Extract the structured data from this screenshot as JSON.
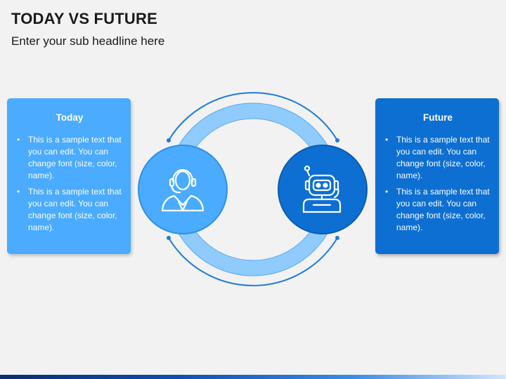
{
  "title": "TODAY VS FUTURE",
  "subtitle": "Enter your sub headline here",
  "today": {
    "heading": "Today",
    "bullets": [
      "This is a sample text that you can edit. You can change font (size, color, name).",
      "This is a sample text that you can edit. You can change font (size, color, name)."
    ],
    "icon": "customer-support-agent-icon"
  },
  "future": {
    "heading": "Future",
    "bullets": [
      "This is a sample text that you can edit. You can change font (size, color, name).",
      "This is a sample text that you can edit. You can change font (size, color, name)."
    ],
    "icon": "robot-support-agent-icon"
  },
  "colors": {
    "today": "#4aabff",
    "future": "#0d6fd2",
    "ring": "#8fcbfd",
    "arc": "#1e7bd9"
  }
}
